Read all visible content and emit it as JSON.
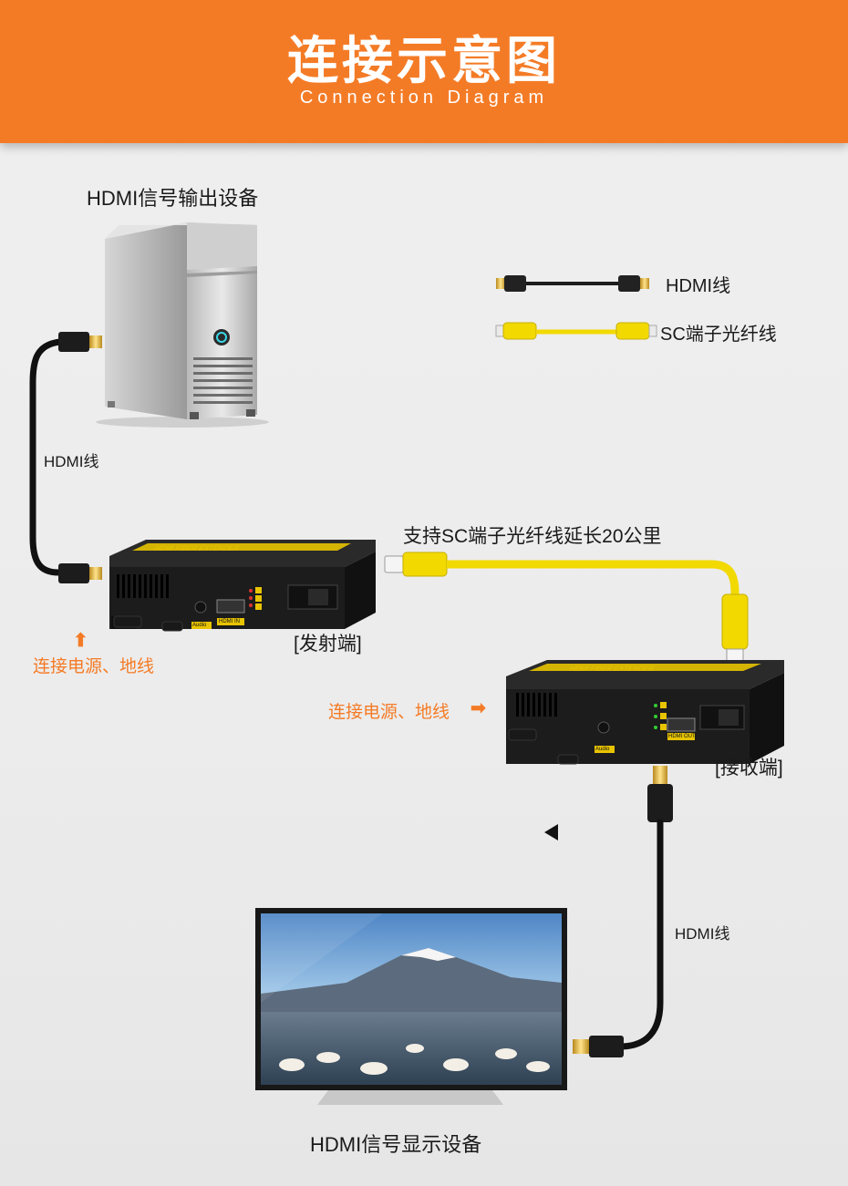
{
  "header": {
    "title": "连接示意图",
    "subtitle": "Connection Diagram"
  },
  "labels": {
    "source_device": "HDMI信号输出设备",
    "legend_hdmi": "HDMI线",
    "legend_sc": "SC端子光纤线",
    "cable_left": "HDMI线",
    "fiber_caption": "支持SC端子光纤线延长20公里",
    "transmitter": "[发射端]",
    "receiver": "[接收端]",
    "power_left": "连接电源、地线",
    "power_right": "连接电源、地线",
    "cable_right": "HDMI线",
    "display_device": "HDMI信号显示设备"
  },
  "device_text": {
    "tx_top": "HDMI FIBER EXTENDER",
    "tx_port_audio": "Audio",
    "tx_port_hdmi": "HDMI IN",
    "rx_top": "HDMI FIBER EXTENDER",
    "rx_port_audio": "Audio",
    "rx_port_hdmi": "HDMI OUT"
  },
  "colors": {
    "accent": "#f47b26",
    "fiber": "#f2d900",
    "device_body": "#1c1c1c",
    "device_stripe": "#e8c400"
  }
}
